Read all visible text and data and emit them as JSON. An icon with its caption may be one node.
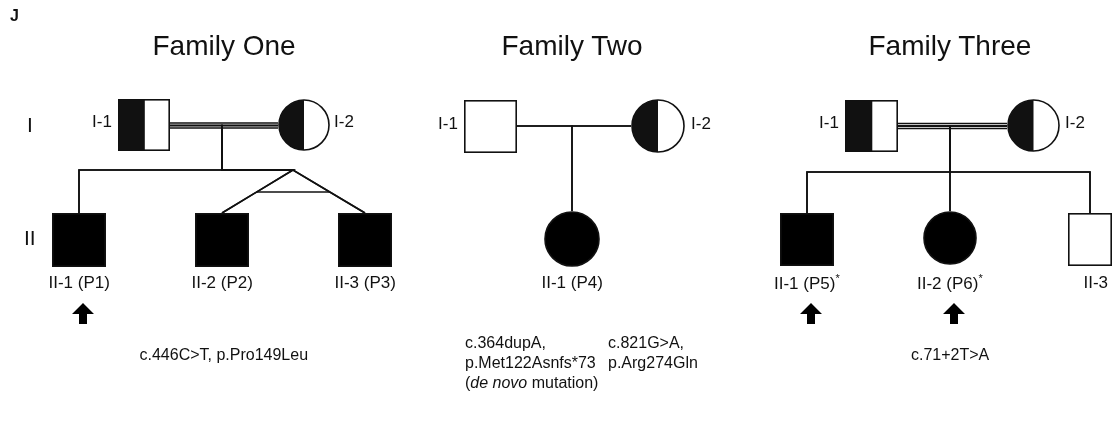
{
  "diagram": {
    "nodes": [
      {
        "text": [],
        "shape": "box",
        "beside": [
          "I-1"
        ]
      },
      {
        "text": [],
        "shape": "circle",
        "beside": [
          "I-2"
        ]
      },
      {
        "text": [],
        "shape": "box",
        "beside": [
          "II-1 (P1)"
        ]
      },
      {
        "text": [],
        "shape": "box",
        "beside": [
          "II-2 (P2)"
        ]
      },
      {
        "text": [],
        "shape": "box",
        "beside": [
          "II-3 (P3)"
        ]
      },
      {
        "text": [],
        "shape": "box",
        "beside": [
          "I-1"
        ]
      },
      {
        "text": [],
        "shape": "circle",
        "beside": [
          "I-2"
        ]
      },
      {
        "text": [],
        "shape": "circle",
        "beside": [
          "II-1 (P4)"
        ]
      },
      {
        "text": [],
        "shape": "box",
        "beside": [
          "I-1"
        ]
      },
      {
        "text": [],
        "shape": "circle",
        "beside": [
          "I-2"
        ]
      },
      {
        "text": [],
        "shape": "box",
        "beside": [
          "II-1 (P5)$^{*}$"
        ]
      },
      {
        "text": [],
        "shape": "circle",
        "beside": [
          "II-2 (P6)$^{*}$"
        ]
      },
      {
        "text": [],
        "shape": "box",
        "beside": [
          "II-3"
        ]
      }
    ],
    "edges": [
      {
        "from": 0,
        "to": 1,
        "arrow": "none"
      },
      {
        "from": 0,
        "to": 2,
        "arrow": "none"
      },
      {
        "from": 1,
        "to": 2,
        "arrow": "none"
      },
      {
        "from": 0,
        "to": 3,
        "arrow": "none"
      },
      {
        "from": 1,
        "to": 3,
        "arrow": "none"
      },
      {
        "from": 0,
        "to": 4,
        "arrow": "none"
      },
      {
        "from": 1,
        "to": 4,
        "arrow": "none"
      },
      {
        "from": 5,
        "to": 6,
        "arrow": "none"
      },
      {
        "from": 5,
        "to": 7,
        "arrow": "none"
      },
      {
        "from": 6,
        "to": 7,
        "arrow": "none"
      },
      {
        "from": 8,
        "to": 9,
        "arrow": "none"
      },
      {
        "from": 8,
        "to": 10,
        "arrow": "none"
      },
      {
        "from": 9,
        "to": 10,
        "arrow": "none"
      },
      {
        "from": 8,
        "to": 11,
        "arrow": "none"
      },
      {
        "from": 9,
        "to": 11,
        "arrow": "none"
      },
      {
        "from": 8,
        "to": 12,
        "arrow": "none"
      },
      {
        "from": 9,
        "to": 12,
        "arrow": "none"
      }
    ],
    "labels": [
      "J",
      "Family One",
      "Family Two",
      "Family Three",
      "I",
      "II",
      "c.446C>T, p.Pro149Leu",
      "c.364dupA, p.Met122Asnfs*73",
      "(*de novo* mutation)",
      "c.821G>A, p.Arg274Gln",
      "c.71+2T>A"
    ]
  }
}
